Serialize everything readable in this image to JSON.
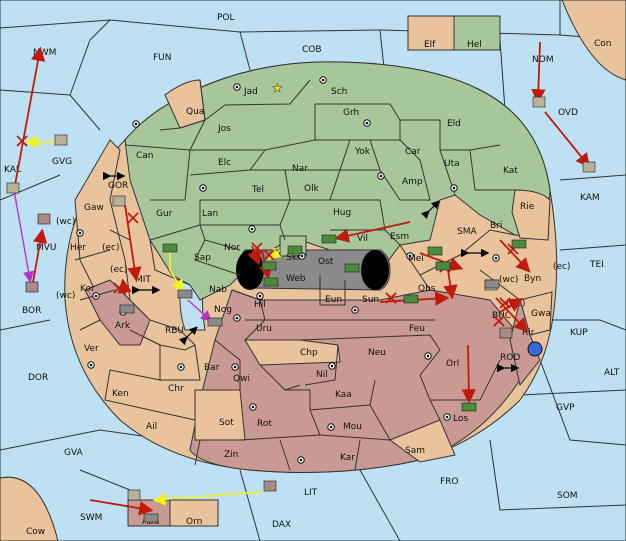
{
  "provinces": {
    "pol": "POL",
    "fun": "FUN",
    "cob": "COB",
    "nwm": "NWM",
    "nom": "NOM",
    "con": "Con",
    "elf": "Elf",
    "hel": "Hel",
    "ovd": "OVD",
    "kal": "KAL",
    "gvg": "GVG",
    "kam": "KAM",
    "gor": "GOR",
    "mvu": "MVU",
    "wc1": "(wc)",
    "gaw": "Gaw",
    "her": "Her",
    "ec1": "(ec)",
    "ec2": "(ec)",
    "mit": "MIT",
    "kor": "Kor",
    "wc2": "(wc)",
    "bor": "BOR",
    "ark": "Ark",
    "rbu": "RBU",
    "ver": "Ver",
    "dor": "DOR",
    "ken": "Ken",
    "chr": "Chr",
    "ail": "Ail",
    "gva": "GVA",
    "jad": "Jad",
    "sch": "Sch",
    "qua": "Qua",
    "jos": "Jos",
    "grh": "Grh",
    "eld": "Eld",
    "can": "Can",
    "yok": "Yok",
    "car": "Car",
    "elc": "Elc",
    "nar": "Nar",
    "uta": "Uta",
    "kat": "Kat",
    "tel": "Tel",
    "olk": "Olk",
    "amp": "Amp",
    "gur": "Gur",
    "lan": "Lan",
    "hug": "Hug",
    "rie": "Rie",
    "bri": "Bri",
    "sma": "SMA",
    "nor": "Nor",
    "skr": "Skr",
    "vil": "Vil",
    "esm": "Esm",
    "sap": "Sap",
    "web": "Web",
    "ost": "Ost",
    "mel": "Mel",
    "wc3": "(wc)",
    "byn": "Byn",
    "ec3": "(ec)",
    "tei": "TEI",
    "nab": "Nab",
    "hil": "Hil",
    "eun": "Eun",
    "sun": "Sun",
    "obs": "Obs",
    "wc4": "(wc)",
    "gwa": "Gwa",
    "nog": "Nog",
    "uru": "Uru",
    "feu": "Feu",
    "buc": "BUC",
    "kup": "KUP",
    "rir": "Rir",
    "chp": "Chp",
    "neu": "Neu",
    "orl": "Orl",
    "rod": "ROD",
    "bar": "Bar",
    "qwi": "Qwi",
    "nil": "Nil",
    "alt": "ALT",
    "kaa": "Kaa",
    "los": "Los",
    "gvp": "GVP",
    "sot": "Sot",
    "rot": "Rot",
    "mou": "Mou",
    "zin": "Zin",
    "kar": "Kar",
    "sam": "Sam",
    "fro": "FRO",
    "som": "SOM",
    "swm": "SWM",
    "lit": "LIT",
    "aba": "Aba",
    "orn": "Orn",
    "cow": "Cow",
    "dax": "DAX"
  },
  "colors": {
    "sea": "#bde0f3",
    "green": "#a7c79a",
    "tan": "#e9c39b",
    "red": "#c89a93",
    "grey": "#8a8a8a",
    "order_move": "#c01a0c",
    "order_support": "#f2f21c",
    "order_convoy": "#c030c8"
  },
  "icons": {
    "army": "tank-icon",
    "fleet": "ship-icon",
    "supply_center": "supply-center-icon",
    "home": "star-icon",
    "cut": "cross-icon",
    "sea_link": "double-arrow-icon"
  }
}
